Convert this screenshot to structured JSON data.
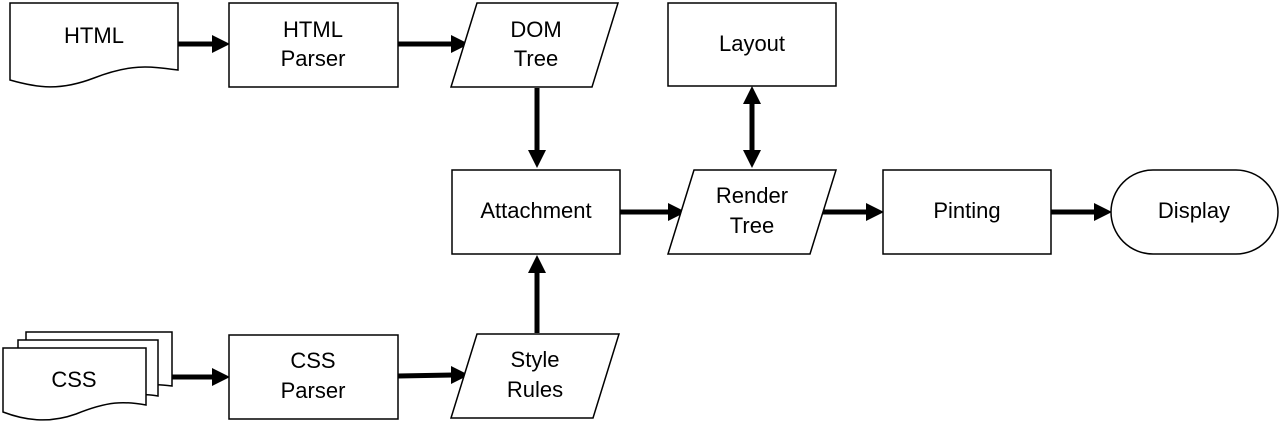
{
  "nodes": {
    "html_doc": {
      "label": "HTML",
      "shape": "document"
    },
    "html_parser": {
      "line1": "HTML",
      "line2": "Parser",
      "shape": "process"
    },
    "dom_tree": {
      "line1": "DOM",
      "line2": "Tree",
      "shape": "data"
    },
    "layout": {
      "label": "Layout",
      "shape": "process"
    },
    "attachment": {
      "label": "Attachment",
      "shape": "process"
    },
    "render_tree": {
      "line1": "Render",
      "line2": "Tree",
      "shape": "data"
    },
    "pinting": {
      "label": "Pinting",
      "shape": "process"
    },
    "display": {
      "label": "Display",
      "shape": "terminator"
    },
    "css_doc": {
      "label": "CSS",
      "shape": "multi-document"
    },
    "css_parser": {
      "line1": "CSS",
      "line2": "Parser",
      "shape": "process"
    },
    "style_rules": {
      "line1": "Style",
      "line2": "Rules",
      "shape": "data"
    }
  },
  "edges": [
    {
      "from": "html_doc",
      "to": "html_parser"
    },
    {
      "from": "html_parser",
      "to": "dom_tree"
    },
    {
      "from": "dom_tree",
      "to": "attachment"
    },
    {
      "from": "css_doc",
      "to": "css_parser"
    },
    {
      "from": "css_parser",
      "to": "style_rules"
    },
    {
      "from": "style_rules",
      "to": "attachment"
    },
    {
      "from": "attachment",
      "to": "render_tree"
    },
    {
      "from": "render_tree",
      "to": "layout",
      "bidirectional": true
    },
    {
      "from": "render_tree",
      "to": "pinting"
    },
    {
      "from": "pinting",
      "to": "display"
    }
  ]
}
